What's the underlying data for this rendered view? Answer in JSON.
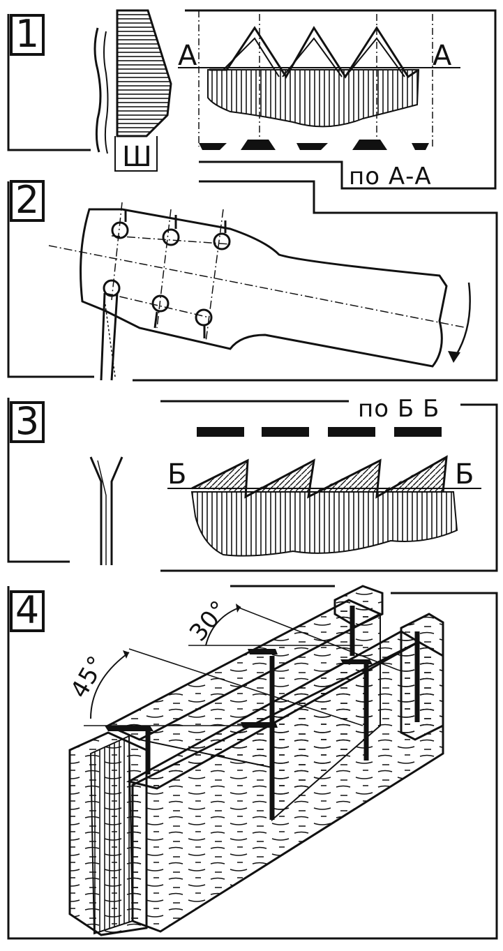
{
  "figure": {
    "panels": [
      {
        "number": "1",
        "section_letters": [
          "А",
          "А"
        ],
        "width_mark": "Ш",
        "section_caption": "по А-А"
      },
      {
        "number": "2"
      },
      {
        "number": "3",
        "section_letters": [
          "Б",
          "Б"
        ],
        "section_caption": "по Б Б"
      },
      {
        "number": "4",
        "angles": [
          "30°",
          "45°"
        ]
      }
    ]
  },
  "colors": {
    "ink": "#111111",
    "paper": "#ffffff"
  }
}
